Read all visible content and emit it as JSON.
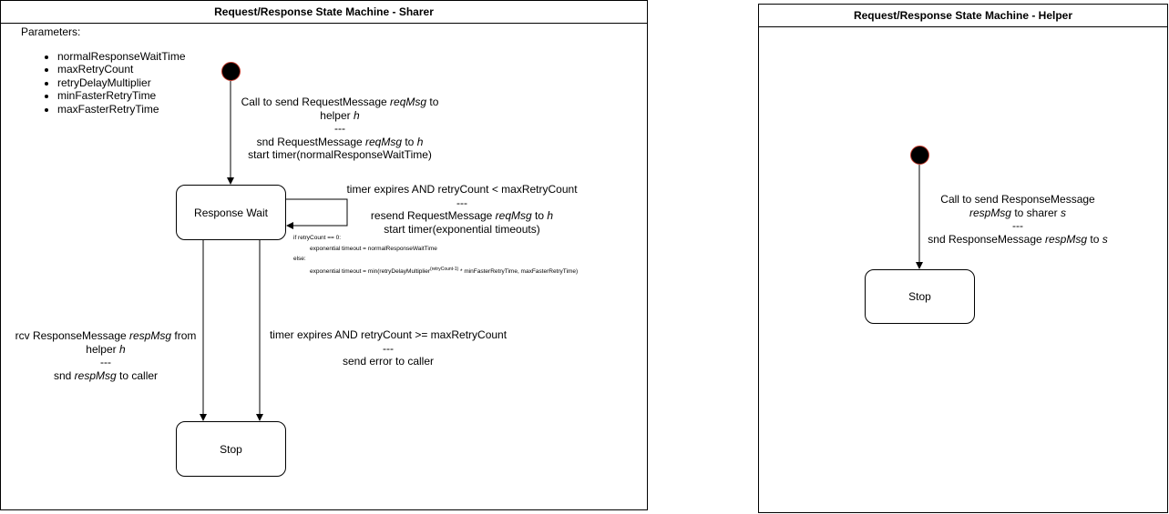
{
  "sharer": {
    "title": "Request/Response State Machine - Sharer",
    "params_heading": "Parameters:",
    "params": [
      "normalResponseWaitTime",
      "maxRetryCount",
      "retryDelayMultiplier",
      "minFasterRetryTime",
      "maxFasterRetryTime"
    ],
    "state_response_wait": "Response Wait",
    "state_stop": "Stop",
    "init_transition": {
      "l1a": "Call to send RequestMessage ",
      "l1b": "reqMsg",
      "l1c": " to",
      "l2a": "helper ",
      "l2b": "h",
      "l3": "---",
      "l4a": "snd RequestMessage ",
      "l4b": "reqMsg",
      "l4c": " to ",
      "l4d": "h",
      "l5": "start timer(normalResponseWaitTime)"
    },
    "retry_transition": {
      "l1": "timer expires AND retryCount < maxRetryCount",
      "l2": "---",
      "l3a": "resend RequestMessage ",
      "l3b": "reqMsg",
      "l3c": " to ",
      "l3d": "h",
      "l4": "start timer(exponential timeouts)"
    },
    "timeout_note": {
      "l1": "if retryCount == 0:",
      "l2": "exponential timeout = normalResponseWaitTime",
      "l3": "else:",
      "l4a": "exponential timeout = min(retryDelayMultiplier",
      "l4sup": "(retryCount-1)",
      "l4b": " * minFasterRetryTime, maxFasterRetryTime)"
    },
    "response_transition": {
      "l1a": "rcv ResponseMessage ",
      "l1b": "respMsg",
      "l1c": " from",
      "l2a": "helper ",
      "l2b": "h",
      "l3": "---",
      "l4a": "snd ",
      "l4b": "respMsg",
      "l4c": " to caller"
    },
    "error_transition": {
      "l1": "timer expires AND retryCount >= maxRetryCount",
      "l2": "---",
      "l3": "send error to caller"
    }
  },
  "helper": {
    "title": "Request/Response State Machine - Helper",
    "state_stop": "Stop",
    "transition": {
      "l1": "Call to send ResponseMessage",
      "l2a": "respMsg",
      "l2b": " to sharer ",
      "l2c": "s",
      "l3": "---",
      "l4a": "snd ResponseMessage ",
      "l4b": "respMsg",
      "l4c": " to ",
      "l4d": "s"
    }
  },
  "colors": {
    "line": "#000000",
    "initial_fill": "#000000",
    "initial_border": "#c0392b"
  }
}
